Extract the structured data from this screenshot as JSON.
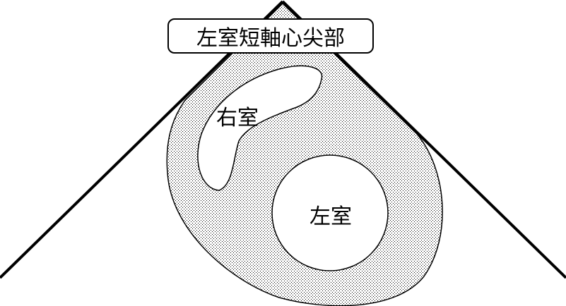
{
  "title": "左室短軸心尖部",
  "labels": {
    "right_ventricle": "右室",
    "left_ventricle": "左室"
  },
  "colors": {
    "line": "#000000",
    "background": "#ffffff",
    "stipple": "#000000"
  }
}
